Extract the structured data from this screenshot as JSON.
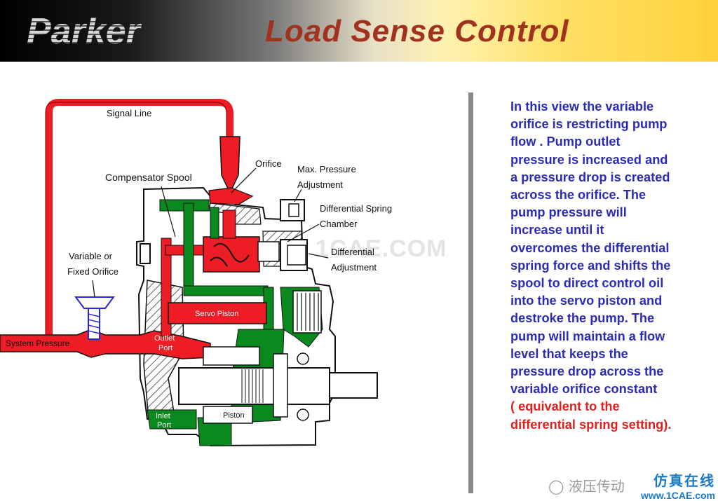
{
  "header": {
    "logo_text": "Parker",
    "title": "Load Sense Control"
  },
  "diagram": {
    "labels": {
      "signal_line": "Signal Line",
      "orifice": "Orifice",
      "max_pressure_1": "Max. Pressure",
      "max_pressure_2": "Adjustment",
      "compensator_spool": "Compensator Spool",
      "diff_spring_1": "Differential Spring",
      "diff_spring_2": "Chamber",
      "diff_adj_1": "Differential",
      "diff_adj_2": "Adjustment",
      "variable_orifice_1": "Variable or",
      "variable_orifice_2": "Fixed Orifice",
      "servo_piston": "Servo Piston",
      "system_pressure": "System Pressure",
      "outlet_port_1": "Outlet",
      "outlet_port_2": "Port",
      "inlet_port_1": "Inlet",
      "inlet_port_2": "Port",
      "piston": "Piston"
    },
    "colors": {
      "pressure": "#ee1c24",
      "control": "#0a8a1e",
      "orifice_blue": "#2a2ad0"
    }
  },
  "description": {
    "lines": [
      "In this view the variable",
      "orifice is restricting pump",
      "flow .  Pump outlet",
      "pressure is increased and",
      "a pressure drop is created",
      "across the orifice.  The",
      "pump pressure will",
      "increase until it",
      "overcomes the differential",
      "spring force and shifts the",
      "spool to direct control oil",
      "into the servo piston and",
      "destroke the pump. The",
      "pump will maintain a flow",
      "level that keeps the",
      "pressure drop across the",
      "variable orifice constant"
    ],
    "red_lines": [
      "( equivalent to the",
      "differential spring setting)."
    ]
  },
  "watermarks": {
    "wechat": "液压传动",
    "site_cn": "仿真在线",
    "site_en": "www.1CAE.com",
    "center": "1CAE.COM"
  }
}
